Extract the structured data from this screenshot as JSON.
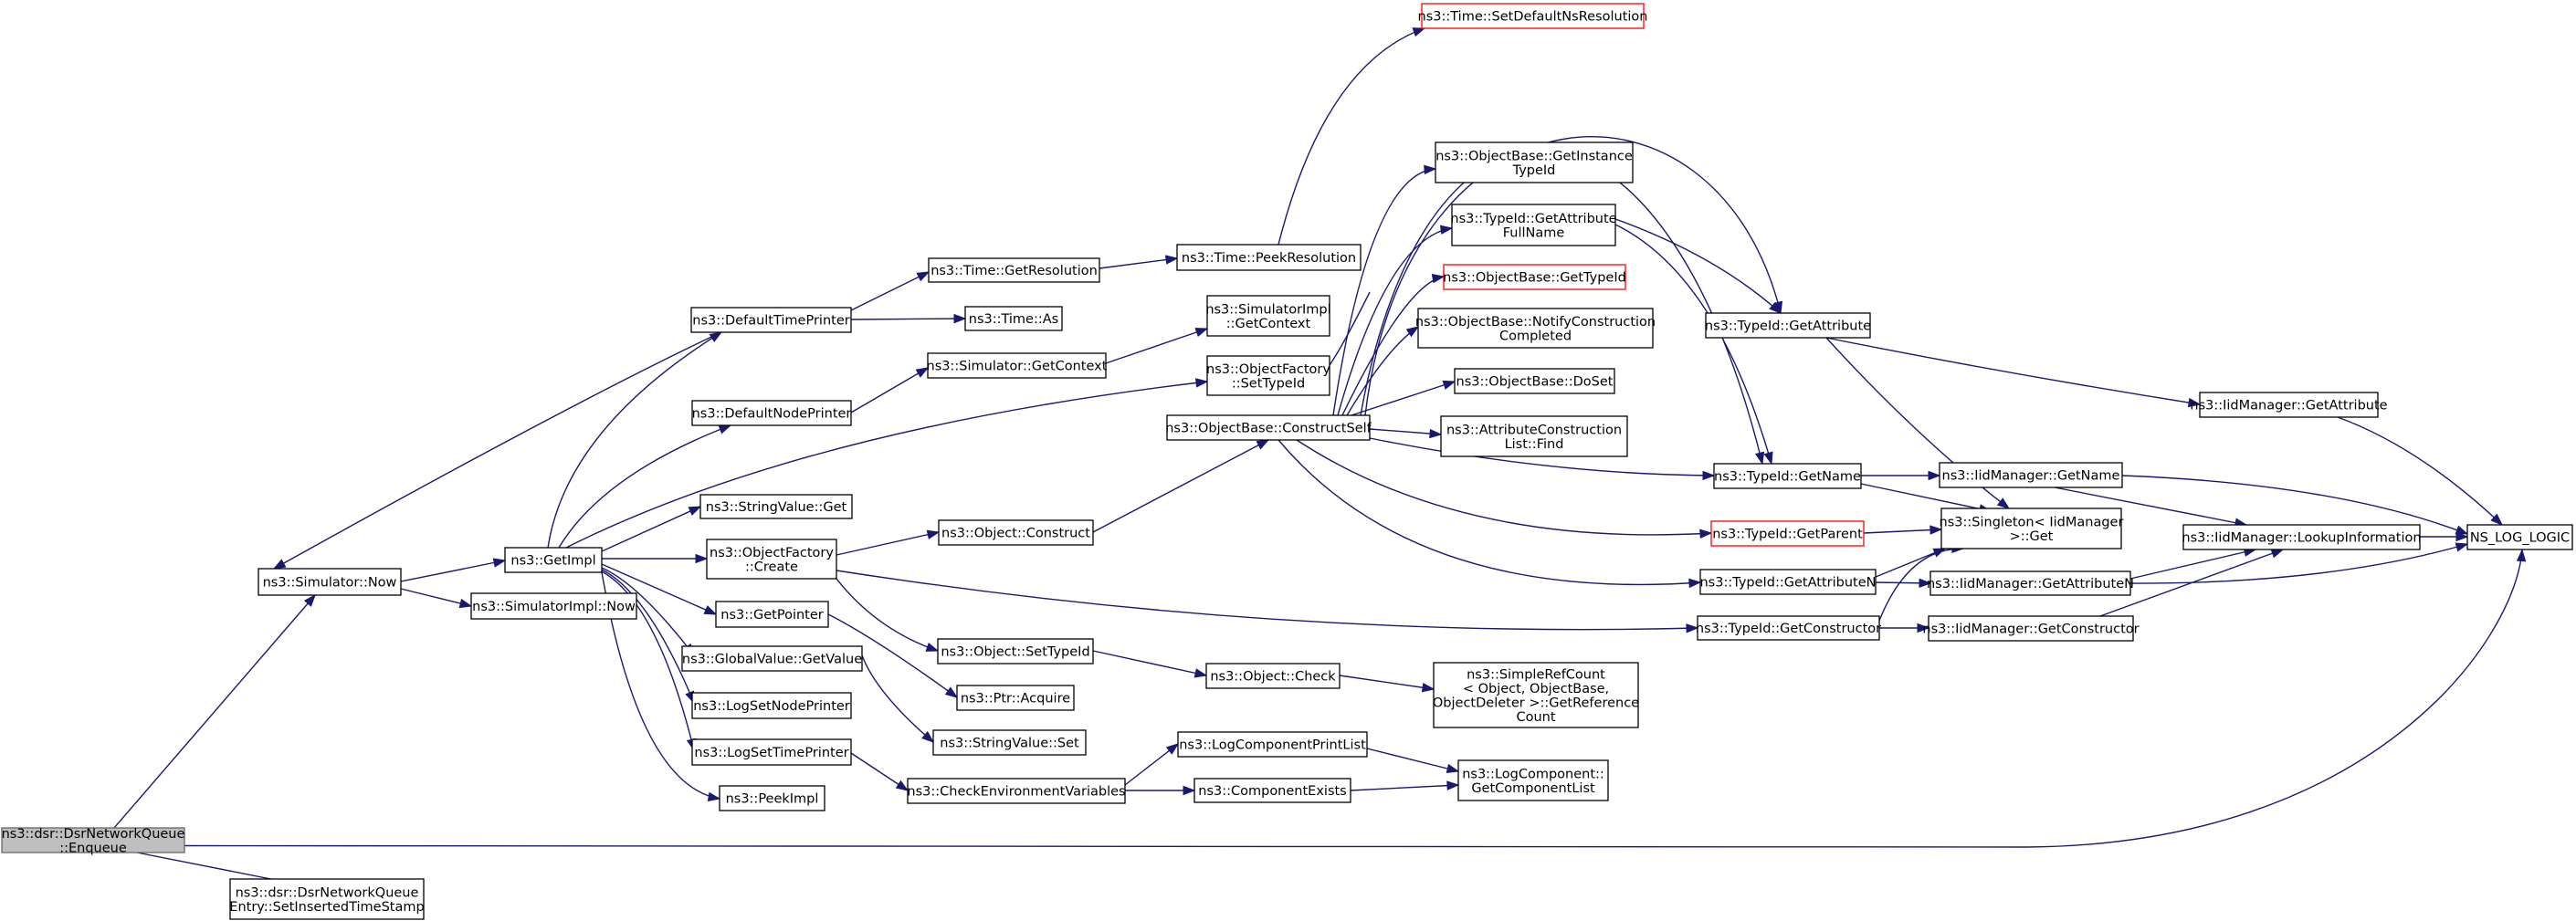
{
  "diagram": {
    "nodes": {
      "root": [
        "ns3::dsr::DsrNetworkQueue",
        "::Enqueue"
      ],
      "set_inserted": [
        "ns3::dsr::DsrNetworkQueue",
        "Entry::SetInsertedTimeStamp"
      ],
      "sim_now": [
        "ns3::Simulator::Now"
      ],
      "getimpl": [
        "ns3::GetImpl"
      ],
      "simimpl_now": [
        "ns3::SimulatorImpl::Now"
      ],
      "default_time_printer": [
        "ns3::DefaultTimePrinter"
      ],
      "default_node_printer": [
        "ns3::DefaultNodePrinter"
      ],
      "stringvalue_get": [
        "ns3::StringValue::Get"
      ],
      "objectfactory_create": [
        "ns3::ObjectFactory",
        "::Create"
      ],
      "getpointer": [
        "ns3::GetPointer"
      ],
      "globalvalue_getvalue": [
        "ns3::GlobalValue::GetValue"
      ],
      "logsetnodeprinter": [
        "ns3::LogSetNodePrinter"
      ],
      "logsettimeprinter": [
        "ns3::LogSetTimePrinter"
      ],
      "peekimpl": [
        "ns3::PeekImpl"
      ],
      "time_getresolution": [
        "ns3::Time::GetResolution"
      ],
      "time_as": [
        "ns3::Time::As"
      ],
      "simulator_getcontext": [
        "ns3::Simulator::GetContext"
      ],
      "object_construct": [
        "ns3::Object::Construct"
      ],
      "object_settypeid": [
        "ns3::Object::SetTypeId"
      ],
      "ptr_acquire": [
        "ns3::Ptr::Acquire"
      ],
      "stringvalue_set": [
        "ns3::StringValue::Set"
      ],
      "check_env": [
        "ns3::CheckEnvironmentVariables"
      ],
      "time_peekresolution": [
        "ns3::Time::PeekResolution"
      ],
      "simimpl_getcontext": [
        "ns3::SimulatorImpl",
        "::GetContext"
      ],
      "objectfactory_settypeid": [
        "ns3::ObjectFactory",
        "::SetTypeId"
      ],
      "objectbase_constructself": [
        "ns3::ObjectBase::ConstructSelf"
      ],
      "object_check": [
        "ns3::Object::Check"
      ],
      "logcomponentprintlist": [
        "ns3::LogComponentPrintList"
      ],
      "componentexists": [
        "ns3::ComponentExists"
      ],
      "time_setdefaultnsresolution": [
        "ns3::Time::SetDefaultNsResolution"
      ],
      "objectbase_getinstancetypeid": [
        "ns3::ObjectBase::GetInstance",
        "TypeId"
      ],
      "typeid_getattributefullname": [
        "ns3::TypeId::GetAttribute",
        "FullName"
      ],
      "objectbase_gettypeid": [
        "ns3::ObjectBase::GetTypeId"
      ],
      "objectbase_notifyconstruction": [
        "ns3::ObjectBase::NotifyConstruction",
        "Completed"
      ],
      "objectbase_doset": [
        "ns3::ObjectBase::DoSet"
      ],
      "attributeconstructionlist_find": [
        "ns3::AttributeConstruction",
        "List::Find"
      ],
      "simplerefcount": [
        "ns3::SimpleRefCount",
        "< Object, ObjectBase,",
        "ObjectDeleter >::GetReference",
        "Count"
      ],
      "logcomponent_getcomponentlist": [
        "ns3::LogComponent::",
        "GetComponentList"
      ],
      "typeid_getattribute": [
        "ns3::TypeId::GetAttribute"
      ],
      "typeid_getname": [
        "ns3::TypeId::GetName"
      ],
      "typeid_getparent": [
        "ns3::TypeId::GetParent"
      ],
      "typeid_getattributen": [
        "ns3::TypeId::GetAttributeN"
      ],
      "typeid_getconstructor": [
        "ns3::TypeId::GetConstructor"
      ],
      "singleton_get": [
        "ns3::Singleton< IidManager",
        " >::Get"
      ],
      "iidmanager_getattribute": [
        "ns3::IidManager::GetAttribute"
      ],
      "iidmanager_getname": [
        "ns3::IidManager::GetName"
      ],
      "iidmanager_lookupinformation": [
        "ns3::IidManager::LookupInformation"
      ],
      "iidmanager_getattributen": [
        "ns3::IidManager::GetAttributeN"
      ],
      "iidmanager_getconstructor": [
        "ns3::IidManager::GetConstructor"
      ],
      "ns_log_logic": [
        "NS_LOG_LOGIC"
      ]
    }
  }
}
